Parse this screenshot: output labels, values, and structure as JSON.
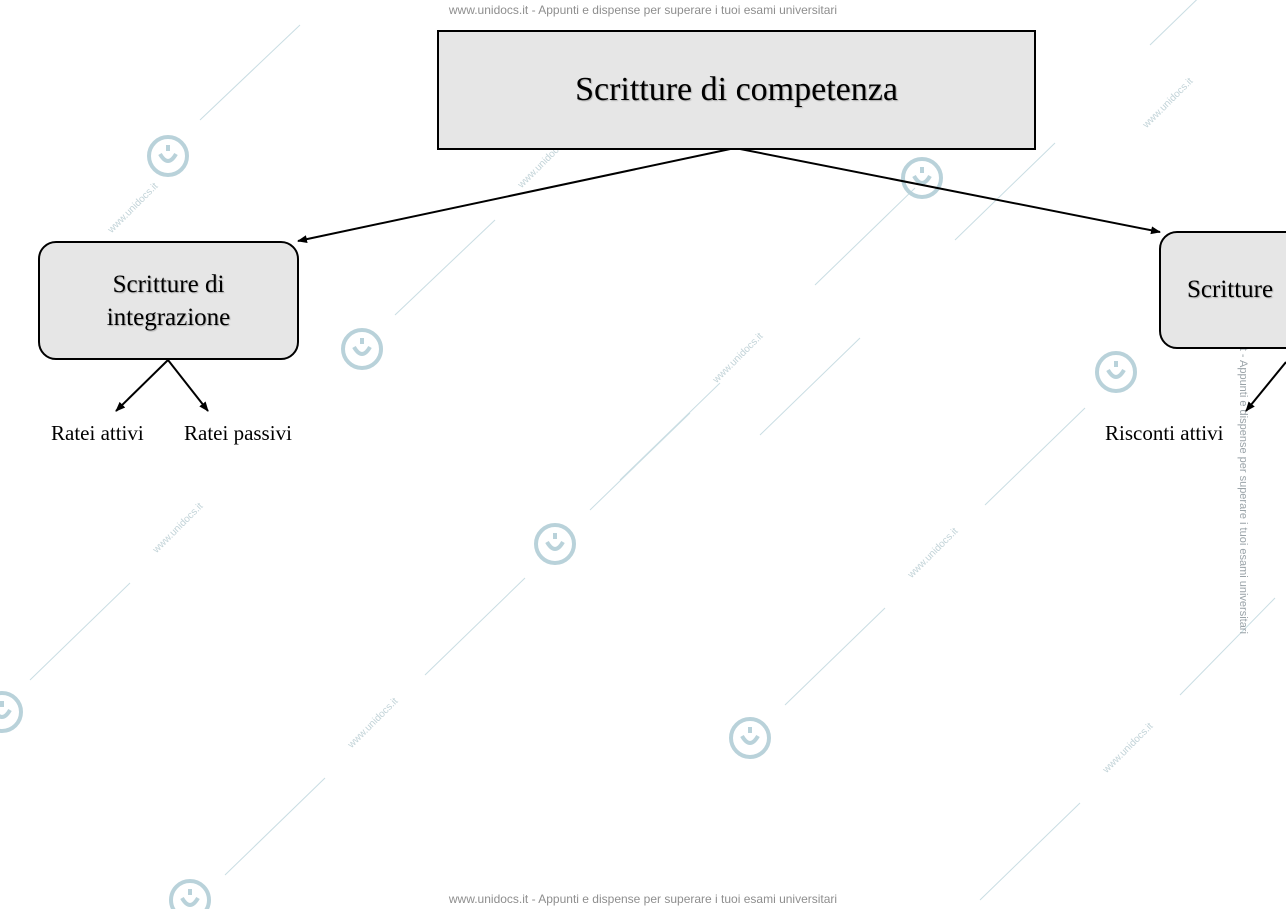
{
  "watermark": {
    "footer_text": "www.unidocs.it - Appunti e dispense per superare i tuoi esami universitari",
    "side_text": "www.unidocs.it - Appunti e dispense per superare i tuoi esami universitari",
    "diagonal_text": "www.unidocs.it",
    "color": "#8e8e8e"
  },
  "diagram": {
    "root": {
      "label": "Scritture di competenza"
    },
    "left_node": {
      "label": "Scritture di integrazione"
    },
    "right_node": {
      "label": "Scritture"
    },
    "left_leaves": [
      "Ratei attivi",
      "Ratei passivi"
    ],
    "right_leaves": [
      "Risconti attivi"
    ],
    "node_fill": "#e6e6e6",
    "edge_color": "#000000"
  }
}
